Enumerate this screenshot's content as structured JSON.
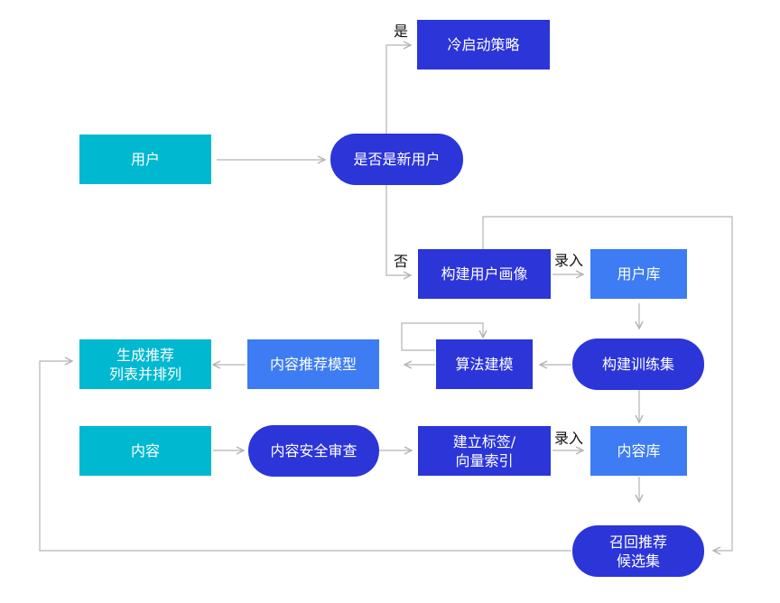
{
  "nodes": {
    "user": "用户",
    "is_new_user": "是否是新用户",
    "cold_start": "冷启动策略",
    "build_profile": "构建用户画像",
    "user_db": "用户库",
    "build_trainset": "构建训练集",
    "algo_model": "算法建模",
    "content_model": "内容推荐模型",
    "gen_list": "生成推荐\n列表并排列",
    "content": "内容",
    "content_review": "内容安全审查",
    "build_tags": "建立标签/\n向量索引",
    "content_db": "内容库",
    "recall_set": "召回推荐\n候选集"
  },
  "labels": {
    "yes": "是",
    "no": "否",
    "record1": "录入",
    "record2": "录入"
  },
  "colors": {
    "teal": "#00b8cf",
    "dark_blue": "#2b35d8",
    "blue": "#3d7cf2",
    "connector": "#b3b3b3"
  }
}
